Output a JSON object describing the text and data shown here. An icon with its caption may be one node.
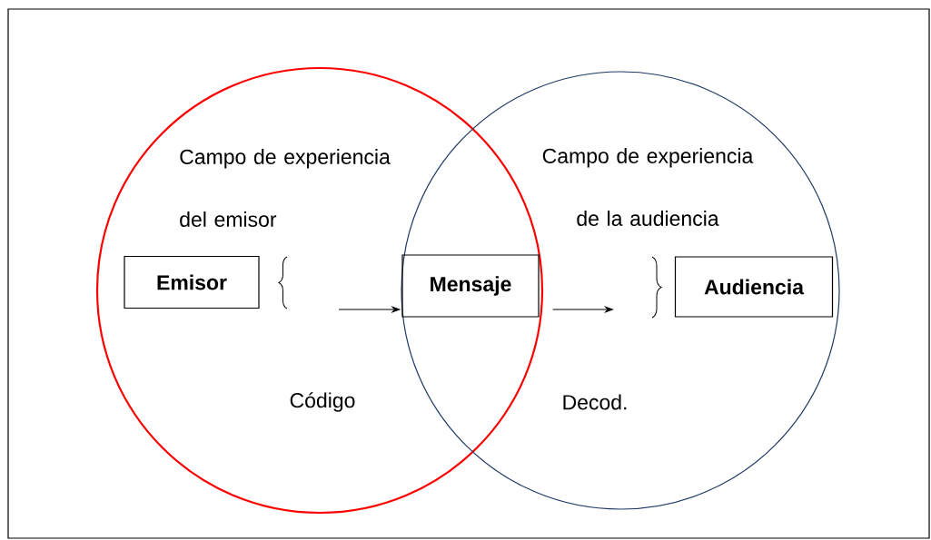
{
  "diagram": {
    "nodes": [
      {
        "text": [
          "Campo de experiencia del emisor",
          "Código"
        ]
      },
      {
        "text": [
          "Campo de experiencia de la audiencia",
          "Decod."
        ]
      },
      {
        "text": [
          "Emisor"
        ],
        "in": 0
      },
      {
        "text": [
          "Mensaje"
        ]
      },
      {
        "text": [
          "Audiencia"
        ],
        "in": 1
      }
    ],
    "edges": [
      {
        "from": null,
        "to": 3,
        "arrow": "to"
      },
      {
        "from": 3,
        "to": null,
        "arrow": "to"
      }
    ]
  }
}
